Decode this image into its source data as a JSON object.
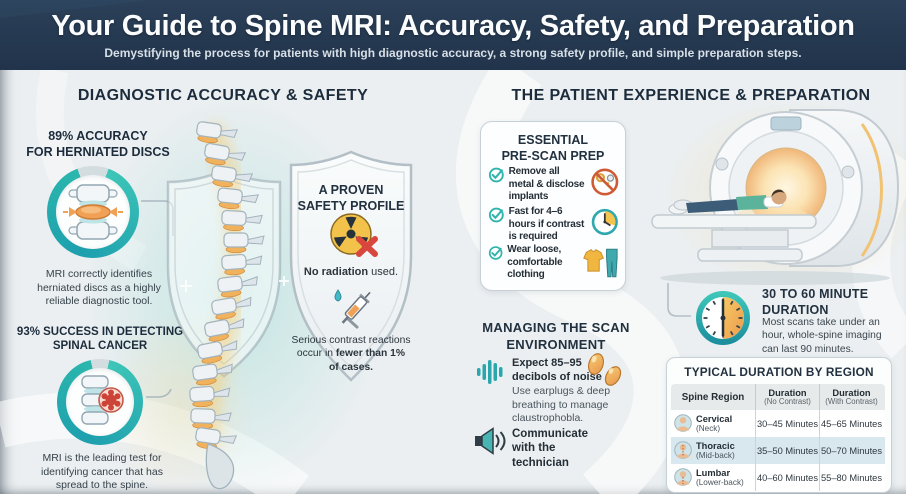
{
  "header": {
    "title": "Your Guide to Spine MRI: Accuracy, Safety, and Preparation",
    "subtitle": "Demystifying the process for patients with high diagnostic accuracy, a strong safety profile, and simple preparation steps."
  },
  "left": {
    "heading": "DIAGNOSTIC ACCURACY & SAFETY",
    "stat1": {
      "title_line1": "89% ACCURACY",
      "title_line2": "FOR HERNIATED DISCS",
      "percent": 89,
      "caption": "MRI correctly identifies herniated discs as a highly reliable diagnostic tool."
    },
    "stat2": {
      "title_line1": "93% SUCCESS IN DETECTING",
      "title_line2": "SPINAL CANCER",
      "percent": 93,
      "caption": "MRI is the leading test for identifying cancer that has spread to the spine."
    }
  },
  "shield": {
    "title_line1": "A PROVEN",
    "title_line2": "SAFETY PROFILE",
    "radiation_bold": "No radiation",
    "radiation_rest": " used.",
    "contrast_pre": "Serious contrast reactions occur in ",
    "contrast_bold": "fewer than 1% of cases."
  },
  "right": {
    "heading": "THE PATIENT EXPERIENCE & PREPARATION",
    "prep": {
      "title_line1": "ESSENTIAL",
      "title_line2": "PRE-SCAN PREP",
      "items": [
        {
          "label": "Remove all metal & disclose implants"
        },
        {
          "label": "Fast for 4–6 hours if contrast is required"
        },
        {
          "label": "Wear loose, comfortable clothing"
        }
      ]
    },
    "managing": {
      "heading_line1": "MANAGING THE SCAN",
      "heading_line2": "ENVIRONMENT",
      "noise_label": "Expect 85–95 decibols of noise",
      "noise_sub": "Use earplugs & deep breathing to manage claustrophobla.",
      "communicate_label": "Communicate with the technician"
    },
    "duration": {
      "title_line1": "30 TO 60 MINUTE",
      "title_line2": "DURATION",
      "body": "Most scans take under an hour, whole-spine imaging can last 90 minutes."
    },
    "table": {
      "title": "TYPICAL DURATION BY REGION",
      "col_region": "Spine Region",
      "col_nc_top": "Duration",
      "col_nc_sub": "(No Contrast)",
      "col_wc_top": "Duration",
      "col_wc_sub": "(With Contrast)",
      "rows": [
        {
          "region": "Cervical",
          "region_sub": "(Neck)",
          "no_contrast": "30–45 Minutes",
          "with_contrast": "45–65 Minutes"
        },
        {
          "region": "Thoracic",
          "region_sub": "(Mid-back)",
          "no_contrast": "35–50 Minutes",
          "with_contrast": "50–70 Minutes"
        },
        {
          "region": "Lumbar",
          "region_sub": "(Lower-back)",
          "no_contrast": "40–60 Minutes",
          "with_contrast": "55–80 Minutes"
        }
      ]
    }
  },
  "colors": {
    "header_navy": "#243850",
    "heading_text": "#1C2C3C",
    "accent_teal": "#2FB3AB",
    "accent_teal_dark": "#1D9FAE",
    "accent_orange": "#F0A355",
    "accent_yellow": "#F3C44F",
    "alert_red": "#D9463E",
    "background": "#EBEFF1",
    "table_alt_row": "#D9E7EF"
  },
  "icons": {
    "check_icon": "teal circled checkmark",
    "no_metal_icon": "metal items in red prohibition circle",
    "fasting_clock_icon": "clock",
    "clothing_icon": "t-shirt and trousers",
    "radiation_crossed_icon": "radiation trefoil with red X",
    "contrast_syringe_icon": "syringe with droplet",
    "noise_waveform_icon": "audio waveform",
    "earplugs_icon": "foam earplugs",
    "speaker_icon": "loudspeaker",
    "duration_clock_icon": "half-shaded clock",
    "spine_icon": "human spine illustration",
    "shield_icon": "protective shield",
    "mri_scanner_icon": "MRI scanner with patient",
    "body_region_icon": "patient figure"
  }
}
